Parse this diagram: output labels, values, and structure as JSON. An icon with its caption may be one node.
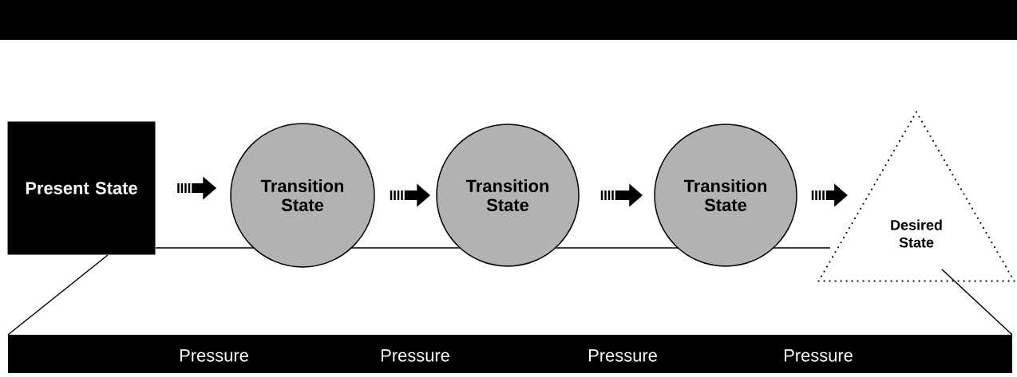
{
  "diagram": {
    "nodes": [
      {
        "text": [
          "Present State"
        ]
      },
      {
        "text": [
          "Transition State"
        ]
      },
      {
        "text": [
          "Transition State"
        ]
      },
      {
        "text": [
          "Transition State"
        ]
      },
      {
        "text": [
          "Desired State"
        ]
      }
    ],
    "edges": [
      {
        "from": 0,
        "to": 1,
        "arrow": "to"
      },
      {
        "from": 1,
        "to": 2,
        "arrow": "to"
      },
      {
        "from": 2,
        "to": 3,
        "arrow": "to"
      },
      {
        "from": 3,
        "to": 4,
        "arrow": "to"
      }
    ],
    "labels": [
      "Pressure",
      "Pressure",
      "Pressure",
      "Pressure"
    ]
  }
}
